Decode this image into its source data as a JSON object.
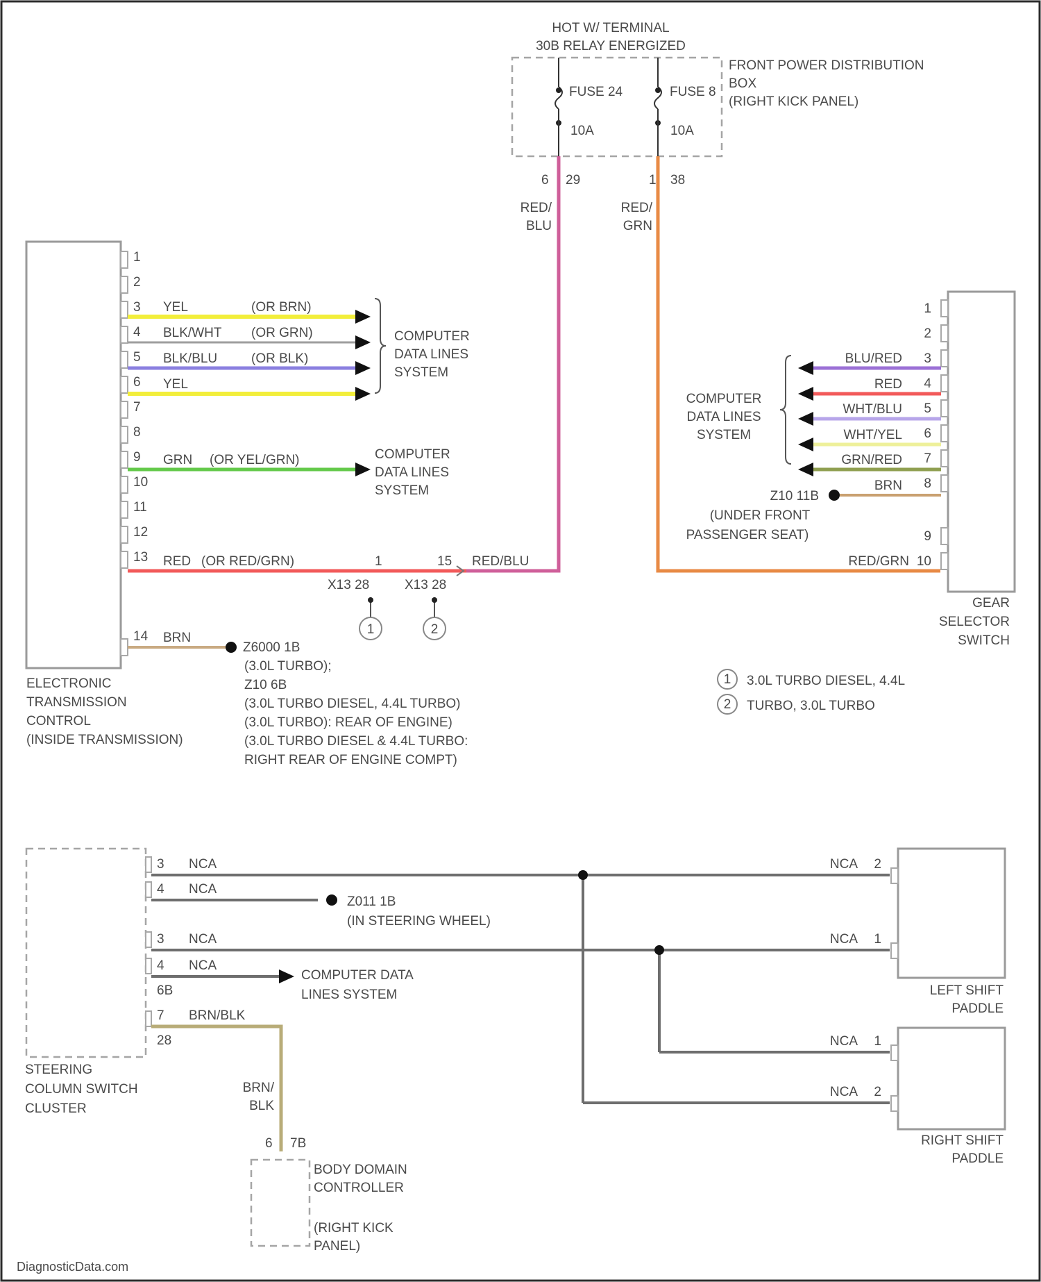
{
  "footer": "DiagnosticData.com",
  "power": {
    "terminal_line1": "HOT W/ TERMINAL",
    "terminal_line2": "30B RELAY ENERGIZED",
    "fuse_box_line1": "FRONT POWER DISTRIBUTION",
    "fuse_box_line2": "BOX",
    "fuse_box_line3": "(RIGHT KICK PANEL)",
    "fuse_a": "FUSE 24",
    "fuse_a_rating": "10A",
    "fuse_b": "FUSE 8",
    "fuse_b_rating": "10A",
    "fuse_a_pin": "6",
    "fuse_a_conn": "29",
    "fuse_b_pin": "1",
    "fuse_b_conn": "38",
    "wire_a_line1": "RED/",
    "wire_a_line2": "BLU",
    "wire_b_line1": "RED/",
    "wire_b_line2": "GRN"
  },
  "tcm": {
    "label_line1": "ELECTRONIC",
    "label_line2": "TRANSMISSION",
    "label_line3": "CONTROL",
    "label_line4": "(INSIDE TRANSMISSION)",
    "pins": [
      "1",
      "2",
      "3",
      "4",
      "5",
      "6",
      "7",
      "8",
      "9",
      "10",
      "11",
      "12",
      "13",
      "14"
    ],
    "wire3": "YEL",
    "wire3_alt": "(OR BRN)",
    "wire4": "BLK/WHT",
    "wire4_alt": "(OR GRN)",
    "wire5": "BLK/BLU",
    "wire5_alt": "(OR BLK)",
    "wire6": "YEL",
    "wire9": "GRN",
    "wire9_alt": "(OR YEL/GRN)",
    "wire13": "RED",
    "wire13_alt": "(OR RED/GRN)",
    "wire14": "BRN",
    "data_lines_1": "COMPUTER",
    "data_lines_2": "DATA LINES",
    "data_lines_3": "SYSTEM",
    "splice_a_pin": "1",
    "splice_a": "X13 28",
    "splice_b_pin": "15",
    "splice_b": "X13 28",
    "splice_wire": "RED/BLU",
    "ground_1": "Z6000 1B",
    "ground_2": "(3.0L TURBO);",
    "ground_3": "Z10 6B",
    "ground_4": "(3.0L TURBO DIESEL, 4.4L TURBO)",
    "ground_5": "(3.0L TURBO): REAR OF ENGINE)",
    "ground_6": "(3.0L TURBO DIESEL & 4.4L TURBO:",
    "ground_7": "RIGHT REAR OF ENGINE COMPT)"
  },
  "gear": {
    "label_line1": "GEAR",
    "label_line2": "SELECTOR",
    "label_line3": "SWITCH",
    "pins": [
      "1",
      "2",
      "3",
      "4",
      "5",
      "6",
      "7",
      "8",
      "9",
      "10"
    ],
    "wire3": "BLU/RED",
    "wire4": "RED",
    "wire5": "WHT/BLU",
    "wire6": "WHT/YEL",
    "wire7": "GRN/RED",
    "wire8": "BRN",
    "wire10": "RED/GRN",
    "data_lines_1": "COMPUTER",
    "data_lines_2": "DATA LINES",
    "data_lines_3": "SYSTEM",
    "ground_1": "Z10 11B",
    "ground_2": "(UNDER FRONT",
    "ground_3": "PASSENGER SEAT)"
  },
  "notes": {
    "note1_marker": "1",
    "note1": "3.0L TURBO DIESEL, 4.4L",
    "note2_marker": "2",
    "note2": "TURBO, 3.0L TURBO"
  },
  "steering": {
    "label_line1": "STEERING",
    "label_line2": "COLUMN SWITCH",
    "label_line3": "CLUSTER",
    "pin_a": "3",
    "pin_b": "4",
    "pin_c": "3",
    "pin_d": "4",
    "pin_d_conn": "6B",
    "pin_e": "7",
    "pin_e_conn": "28",
    "wire_nca": "NCA",
    "wire_e": "BRN/BLK",
    "ground_1": "Z011 1B",
    "ground_2": "(IN STEERING WHEEL)",
    "data_line1": "COMPUTER DATA",
    "data_line2": "LINES SYSTEM",
    "bdc_wire_line1": "BRN/",
    "bdc_wire_line2": "BLK",
    "bdc_pin": "6",
    "bdc_conn": "7B",
    "bdc_line1": "BODY DOMAIN",
    "bdc_line2": "CONTROLLER",
    "bdc_line3": "(RIGHT KICK",
    "bdc_line4": "PANEL)"
  },
  "paddles": {
    "left_line1": "LEFT SHIFT",
    "left_line2": "PADDLE",
    "right_line1": "RIGHT SHIFT",
    "right_line2": "PADDLE",
    "left_pin2": "2",
    "left_pin1": "1",
    "right_pin1": "1",
    "right_pin2": "2",
    "wire_nca": "NCA"
  }
}
